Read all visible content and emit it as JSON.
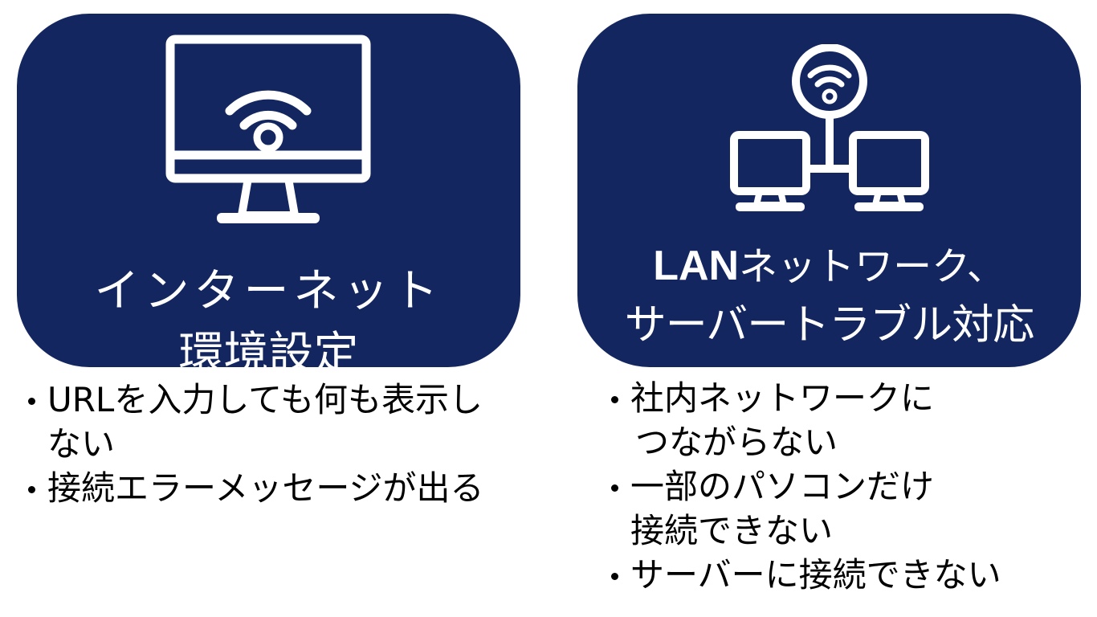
{
  "panels": {
    "left": {
      "title_line1": "インターネット",
      "title_line2": "環境設定"
    },
    "right": {
      "title_line1_bold": "LAN",
      "title_line1_rest": "ネットワーク、",
      "title_line2": "サーバートラブル対応"
    }
  },
  "lists": {
    "left": [
      {
        "line1": "URLを入力しても何も表示し",
        "line2": "ない"
      },
      {
        "line1": "接続エラーメッセージが出る",
        "line2": ""
      }
    ],
    "right": [
      {
        "line1": "社内ネットワークに",
        "line2": "つながらない"
      },
      {
        "line1": "一部のパソコンだけ",
        "line2": "接続できない"
      },
      {
        "line1": "サーバーに接続できない",
        "line2": ""
      }
    ]
  },
  "icons": {
    "left": "monitor-wifi-icon",
    "right": "lan-network-icon"
  },
  "colors": {
    "panel_bg": "#13265f",
    "panel_text": "#ffffff",
    "body_text": "#000000"
  }
}
